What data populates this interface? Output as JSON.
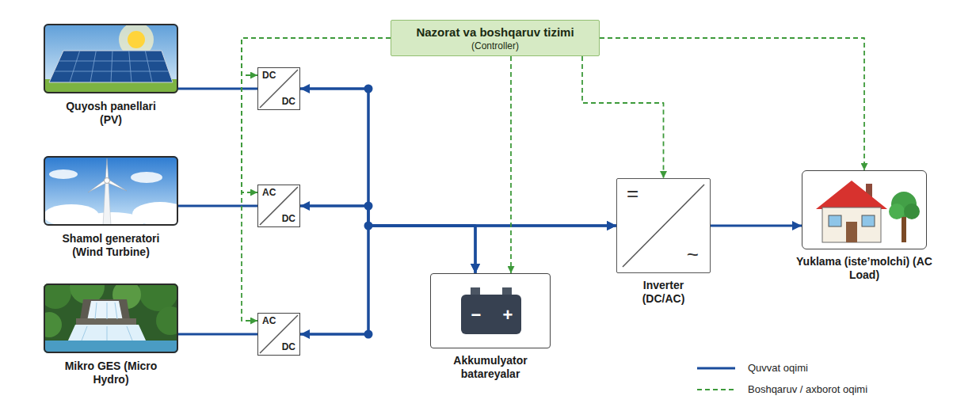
{
  "diagram": {
    "nodes": [
      {
        "text": [
          "Nazorat va boshqaruv tizimi",
          "(Controller)"
        ]
      },
      {
        "text": [
          "Quyosh panellari (PV)"
        ]
      },
      {
        "text": [
          "Shamol generatori (Wind Turbine)"
        ]
      },
      {
        "text": [
          "Mikro GES (Micro Hydro)"
        ]
      },
      {
        "text": [
          "DC",
          "DC"
        ]
      },
      {
        "text": [
          "AC",
          "DC"
        ]
      },
      {
        "text": [
          "AC",
          "DC"
        ]
      },
      {
        "text": [
          "−",
          "+",
          "Akkumulyator batareyalar"
        ]
      },
      {
        "text": [
          "=",
          "~",
          "Inverter (DC/AC)"
        ]
      },
      {
        "text": [
          "Yuklama (iste’molchi) (AC Load)"
        ]
      }
    ],
    "edges": [
      {
        "from": 1,
        "to": 4,
        "arrow": "none"
      },
      {
        "from": 2,
        "to": 5,
        "arrow": "none"
      },
      {
        "from": 3,
        "to": 6,
        "arrow": "none"
      },
      {
        "from": 4,
        "to": 8,
        "arrow": "to"
      },
      {
        "from": 5,
        "to": 8,
        "arrow": "to"
      },
      {
        "from": 6,
        "to": 8,
        "arrow": "to"
      },
      {
        "from": 4,
        "to": 7,
        "arrow": "both"
      },
      {
        "from": 5,
        "to": 7,
        "arrow": "both"
      },
      {
        "from": 6,
        "to": 7,
        "arrow": "both"
      },
      {
        "from": 8,
        "to": 9,
        "arrow": "to"
      },
      {
        "from": 0,
        "to": 4,
        "arrow": "to"
      },
      {
        "from": 0,
        "to": 5,
        "arrow": "to"
      },
      {
        "from": 0,
        "to": 6,
        "arrow": "to"
      },
      {
        "from": 0,
        "to": 7,
        "arrow": "to"
      },
      {
        "from": 0,
        "to": 8,
        "arrow": "to"
      },
      {
        "from": 0,
        "to": 9,
        "arrow": "to"
      }
    ],
    "legend": [
      {
        "text": "Quvvat oqimi"
      },
      {
        "text": "Boshqaruv / axborot oqimi"
      }
    ]
  }
}
